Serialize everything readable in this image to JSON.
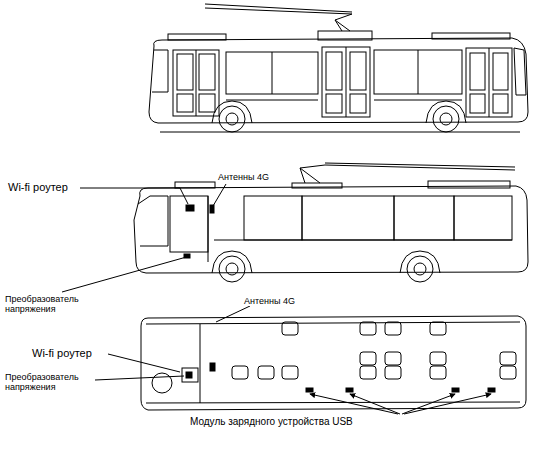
{
  "diagram": {
    "labels": [
      "Wi-fi роутер",
      "Антенны 4G",
      "Преобразователь напряжения",
      "Антенны 4G",
      "Wi-fi роутер",
      "Преобразователь напряжения",
      "Модуль зарядного устройства USB"
    ]
  }
}
